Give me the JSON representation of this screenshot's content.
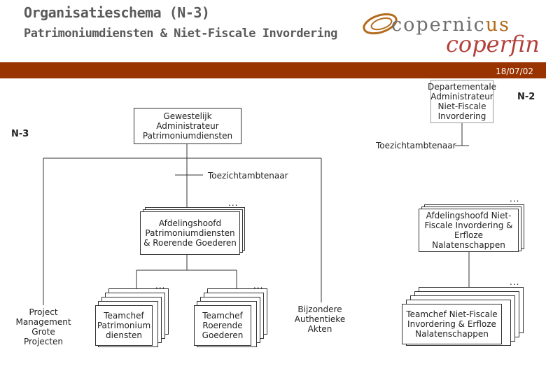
{
  "header": {
    "title": "Organisatieschema (N-3)",
    "subtitle": "Patrimoniumdiensten & Niet-Fiscale Invordering",
    "date": "18/07/02"
  },
  "logo": {
    "top_a": "copernic",
    "top_b": "us",
    "bottom": "coperfin"
  },
  "colors": {
    "band": "#993300",
    "logo_brown": "#b36b1c",
    "logo_red": "#b3403a"
  },
  "chart": {
    "level_left": "N-3",
    "level_right": "N-2",
    "departemental": "Departementale Administrateur Niet-Fiscale Invordering",
    "gewestelijk": "Gewestelijk Administrateur Patrimoniumdiensten",
    "toezicht_top": "Toezichtambtenaar",
    "toezicht_mid": "Toezichtambtenaar",
    "afd_patrimonium": "Afdelingshoofd Patrimoniumdiensten & Roerende Goederen",
    "afd_nietfiscale": "Afdelingshoofd Niet-Fiscale Invordering & Erfloze Nalatenschappen",
    "project": "Project Management Grote Projecten",
    "tc_patrimonium": "Teamchef Patrimonium diensten",
    "tc_roerende": "Teamchef Roerende Goederen",
    "bijzondere": "Bijzondere Authentieke Akten",
    "tc_nietfiscale": "Teamchef Niet-Fiscale Invordering & Erfloze Nalatenschappen",
    "dots": "..."
  }
}
